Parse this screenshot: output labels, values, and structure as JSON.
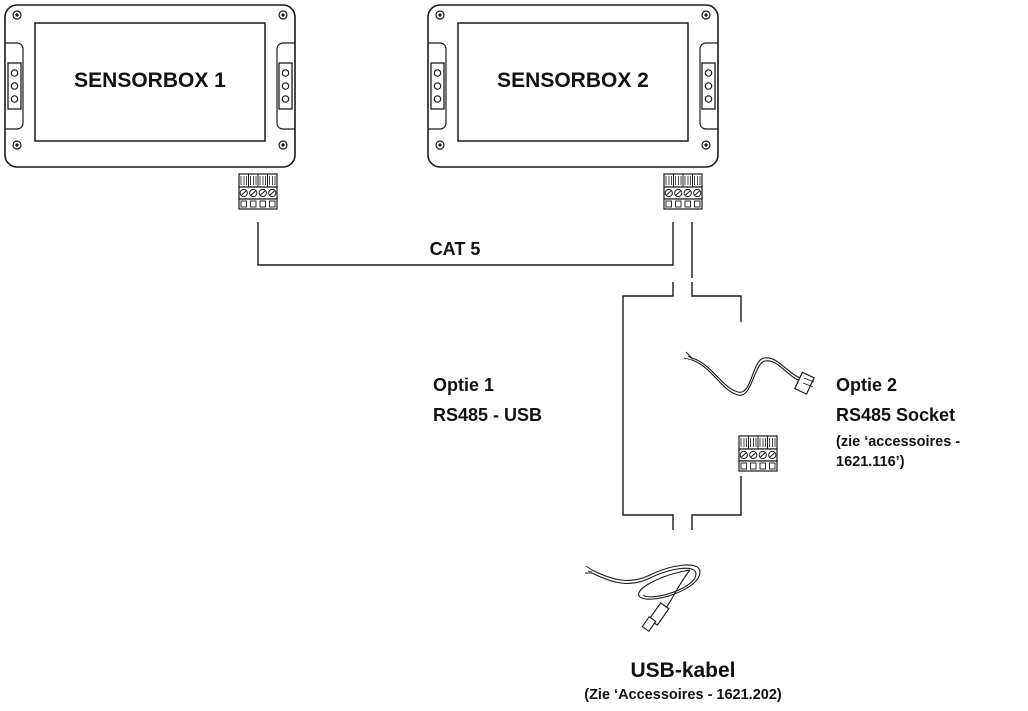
{
  "sensorbox1": {
    "label": "SENSORBOX 1"
  },
  "sensorbox2": {
    "label": "SENSORBOX 2"
  },
  "cable": {
    "label": "CAT 5"
  },
  "option1": {
    "title": "Optie 1",
    "subtitle": "RS485 - USB"
  },
  "option2": {
    "title": "Optie 2",
    "subtitle": "RS485 Socket",
    "note_line1": "(zie ‘accessoires -",
    "note_line2": "1621.116’)"
  },
  "usb": {
    "title": "USB-kabel",
    "note": "(Zie ‘Accessoires - 1621.202)"
  },
  "colors": {
    "line": "#1a1a1a",
    "background": "#ffffff"
  },
  "icons": [
    "screw-icon",
    "terminal-block-icon",
    "rs485-socket-cable-icon",
    "usb-cable-icon"
  ]
}
